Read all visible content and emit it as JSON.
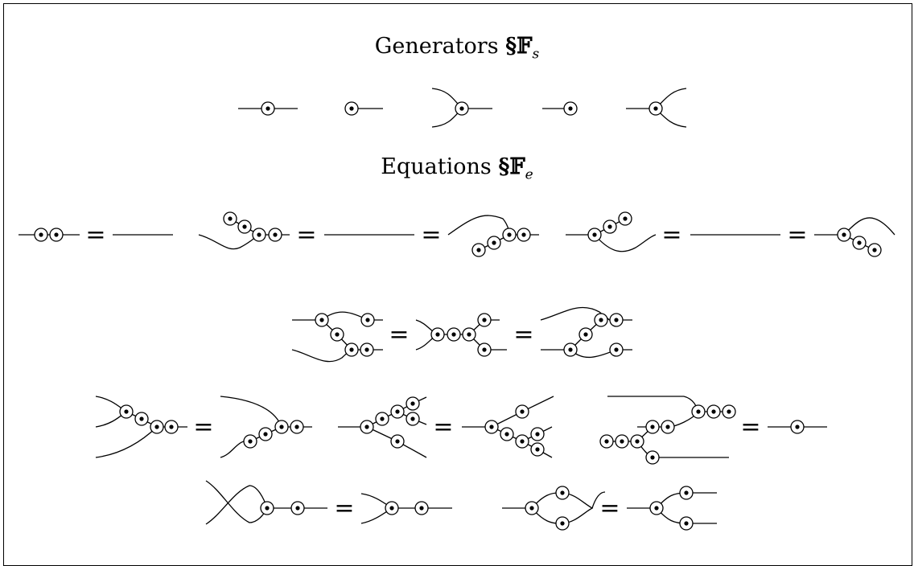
{
  "headings": {
    "generators": {
      "label": "Generators",
      "symbol": "§𝔽",
      "subscript": "s"
    },
    "equations": {
      "label": "Equations",
      "symbol": "§𝔽",
      "subscript": "e"
    }
  },
  "equals_sign": "=",
  "generators": [
    {
      "id": "identity"
    },
    {
      "id": "unit"
    },
    {
      "id": "merge"
    },
    {
      "id": "counit"
    },
    {
      "id": "split"
    }
  ],
  "equations": [
    {
      "row": 1,
      "terms": 2
    },
    {
      "row": 1,
      "terms": 3
    },
    {
      "row": 1,
      "terms": 3
    },
    {
      "row": 2,
      "terms": 3
    },
    {
      "row": 3,
      "terms": 2
    },
    {
      "row": 3,
      "terms": 2
    },
    {
      "row": 3,
      "terms": 2
    },
    {
      "row": 4,
      "terms": 2
    },
    {
      "row": 4,
      "terms": 2
    }
  ]
}
